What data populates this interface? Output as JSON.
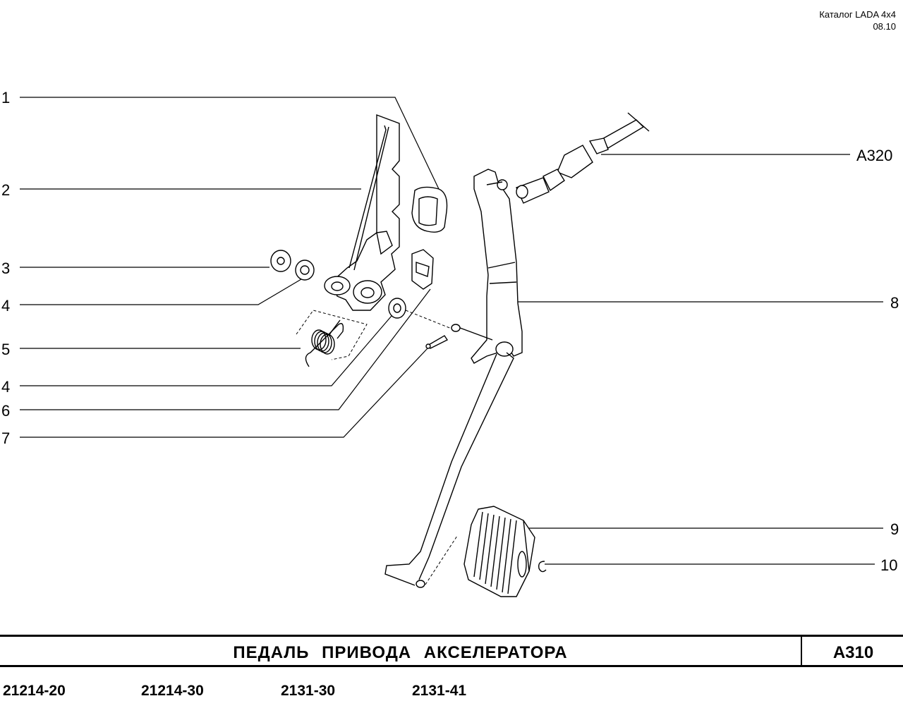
{
  "header": {
    "catalog": "Каталог  LADA  4x4",
    "date": "08.10"
  },
  "callouts": {
    "c1": "1",
    "c2": "2",
    "c3": "3",
    "c4a": "4",
    "c5": "5",
    "c4b": "4",
    "c6": "6",
    "c7": "7",
    "cA320": "A320",
    "c8": "8",
    "c9": "9",
    "c10": "10"
  },
  "title": {
    "text": "ПЕДАЛЬ  ПРИВОДА  АКСЕЛЕРАТОРА",
    "code": "A310"
  },
  "models": [
    "21214-20",
    "21214-30",
    "2131-30",
    "2131-41"
  ]
}
